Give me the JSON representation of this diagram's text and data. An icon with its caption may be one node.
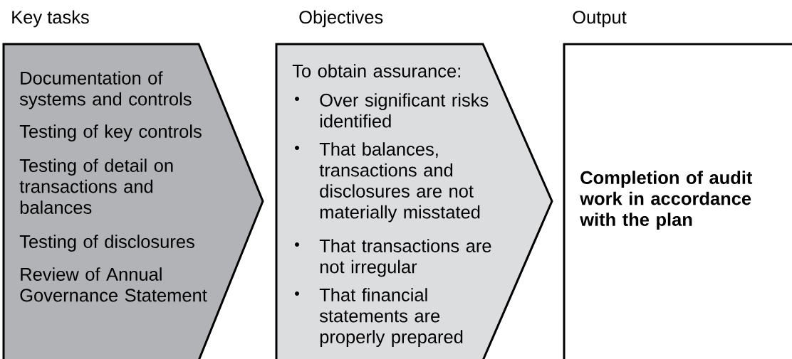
{
  "diagram": {
    "nodes": [
      {
        "text": [
          "Key tasks",
          "Documentation of systems and controls",
          "Testing of key controls",
          "Testing of detail on transactions and balances",
          "Testing of disclosures",
          "Review of Annual Governance Statement"
        ]
      },
      {
        "text": [
          "Objectives",
          "To obtain assurance:",
          "Over significant risks identified",
          "That balances, transactions and disclosures are not materially misstated",
          "That transactions are not irregular",
          "That financial statements are properly prepared"
        ]
      },
      {
        "text": [
          "Output",
          "Completion of audit work in accordance with the plan"
        ]
      }
    ]
  }
}
